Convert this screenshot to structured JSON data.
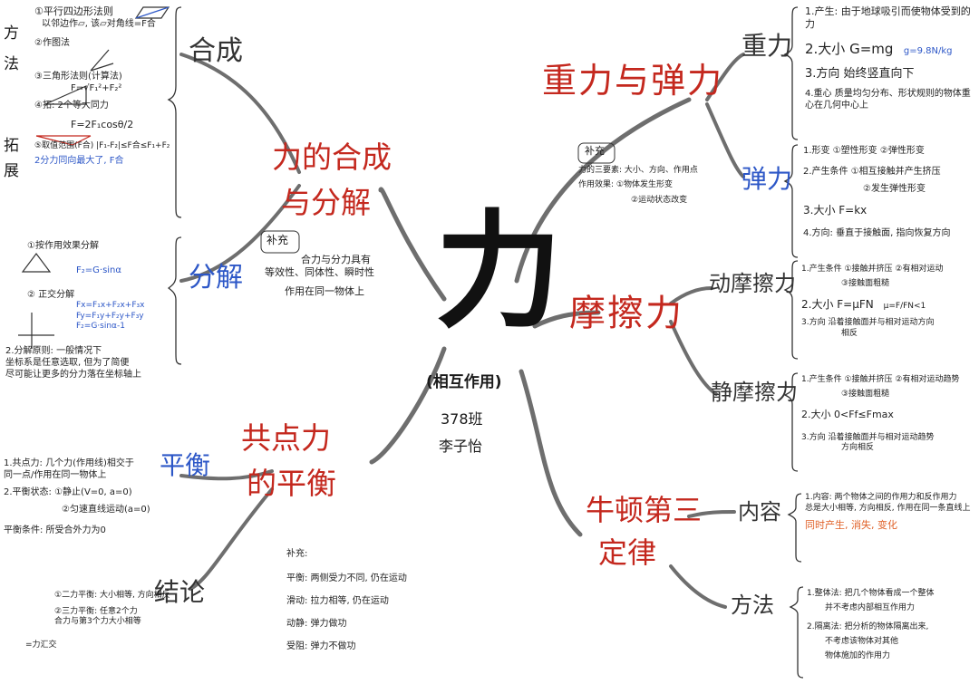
{
  "center": {
    "title": "力",
    "subtitle": "(相互作用)",
    "class": "378班",
    "name": "李子怡"
  },
  "branches": {
    "synthesis": {
      "title_l1": "力的合成",
      "title_l2": "与分解",
      "hecheng": "合成",
      "fenjie": "分解",
      "supp_tag": "补充",
      "supp_lines": [
        "合力与分力具有",
        "等效性、同体性、瞬时性",
        "作用在同一物体上"
      ],
      "method_side": [
        "方",
        "法"
      ],
      "hecheng_notes": [
        "①平行四边形法则",
        "以邻边作▱, 该▱对角线=F合",
        "②作图法",
        "③三角形法则(计算法)",
        "F=√F₁²+F₂²",
        "④拓: 2个等大同力",
        "F=2F₁cosθ/2",
        "⑤取值范围(F合) |F₁-F₂|≤F合≤F₁+F₂",
        "2分力同向最大了, F合"
      ],
      "kuozhan_side": [
        "拓",
        "展"
      ],
      "fenjie_notes": [
        "①按作用效果分解",
        "F₂=G·sinα",
        "② 正交分解",
        "Fx=F₁x+F₂x+F₃x",
        "Fy=F₁y+F₂y+F₃y",
        "F₂=G·sinα-1",
        "2.分解原则: 一般情况下",
        "坐标系是任意选取, 但为了简便",
        "尽可能让更多的分力落在坐标轴上"
      ]
    },
    "balance": {
      "title_l1": "共点力",
      "title_l2": "的平衡",
      "pingheng": "平衡",
      "jielun": "结论",
      "pingheng_notes": [
        "1.共点力: 几个力(作用线)相交于",
        "同一点/作用在同一物体上",
        "2.平衡状态: ①静止(V=0, a=0)",
        "②匀速直线运动(a=0)",
        "平衡条件: 所受合外力为0"
      ],
      "jielun_notes": [
        "①二力平衡: 大小相等, 方向相反",
        "②三力平衡: 任意2个力",
        "合力与第3个力大小相等",
        "=力汇交"
      ],
      "supp_title": "补充:",
      "supp_lines": [
        "平衡: 两侧受力不同, 仍在运动",
        "滑动: 拉力相等, 仍在运动",
        "动静: 弹力做功",
        "受阻: 弹力不做功"
      ]
    },
    "gravity_elastic": {
      "title": "重力与弹力",
      "zhongli": "重力",
      "tanli": "弹力",
      "supp_tag": "补充",
      "supp_lines": [
        "力的三要素: 大小、方向、作用点",
        "作用效果: ①物体发生形变",
        "②运动状态改变"
      ],
      "zhongli_notes": [
        "1.产生: 由于地球吸引而使物体受到的力",
        "2.大小 G=mg",
        "g=9.8N/kg",
        "3.方向 始终竖直向下",
        "4.重心 质量均匀分布、形状规则的物体重心在几何中心上"
      ],
      "tanli_notes": [
        "1.形变 ①塑性形变 ②弹性形变",
        "2.产生条件 ①相互接触并产生挤压",
        "②发生弹性形变",
        "3.大小 F=kx",
        "4.方向: 垂直于接触面, 指向恢复方向"
      ]
    },
    "friction": {
      "title": "摩擦力",
      "dong": "动摩擦力",
      "jing": "静摩擦力",
      "dong_notes": [
        "1.产生条件 ①接触并挤压 ②有相对运动",
        "③接触面粗糙",
        "2.大小 F=μFN",
        "μ=F/FN<1",
        "3.方向 沿着接触面并与相对运动方向",
        "相反"
      ],
      "jing_notes": [
        "1.产生条件 ①接触并挤压 ②有相对运动趋势",
        "③接触面粗糙",
        "2.大小 0<Ff≤Fmax",
        "3.方向 沿着接触面并与相对运动趋势",
        "方向相反"
      ]
    },
    "newton3": {
      "title_l1": "牛顿第三",
      "title_l2": "定律",
      "neirong": "内容",
      "fangfa": "方法",
      "neirong_notes": [
        "1.内容: 两个物体之间的作用力和反作用力",
        "总是大小相等, 方向相反, 作用在同一条直线上",
        "同时产生, 消失, 变化"
      ],
      "fangfa_notes": [
        "1.整体法: 把几个物体看成一个整体",
        "并不考虑内部相互作用力",
        "2.隔离法: 把分析的物体隔离出来,",
        "不考虑该物体对其他",
        "物体施加的作用力"
      ]
    }
  },
  "colors": {
    "red": "#c4281e",
    "blue": "#2d57c7",
    "ink": "#1a1a1a",
    "orange": "#e0622a",
    "highlight": "#ffe27a"
  }
}
